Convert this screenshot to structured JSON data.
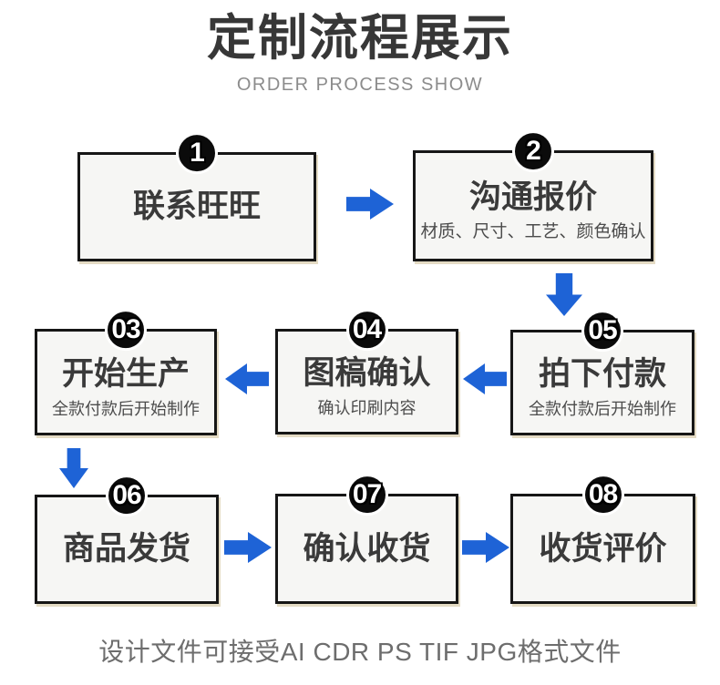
{
  "header": {
    "title": "定制流程展示",
    "subtitle": "ORDER PROCESS SHOW"
  },
  "steps": [
    {
      "number": "1",
      "title": "联系旺旺",
      "subtitle": ""
    },
    {
      "number": "2",
      "title": "沟通报价",
      "subtitle": "材质、尺寸、工艺、颜色确认"
    },
    {
      "number": "03",
      "title": "开始生产",
      "subtitle": "全款付款后开始制作"
    },
    {
      "number": "04",
      "title": "图稿确认",
      "subtitle": "确认印刷内容"
    },
    {
      "number": "05",
      "title": "拍下付款",
      "subtitle": "全款付款后开始制作"
    },
    {
      "number": "06",
      "title": "商品发货",
      "subtitle": ""
    },
    {
      "number": "07",
      "title": "确认收货",
      "subtitle": ""
    },
    {
      "number": "08",
      "title": "收货评价",
      "subtitle": ""
    }
  ],
  "footer": {
    "note": "设计文件可接受AI CDR PS TIF JPG格式文件"
  },
  "colors": {
    "arrow": "#1e63d6",
    "badge_bg": "#0b0b0b",
    "box_bg": "#f6f6f4",
    "box_border": "#161616",
    "title_color": "#373737",
    "subtitle_color": "#8c8c8c",
    "footer_color": "#6d6d6d"
  }
}
